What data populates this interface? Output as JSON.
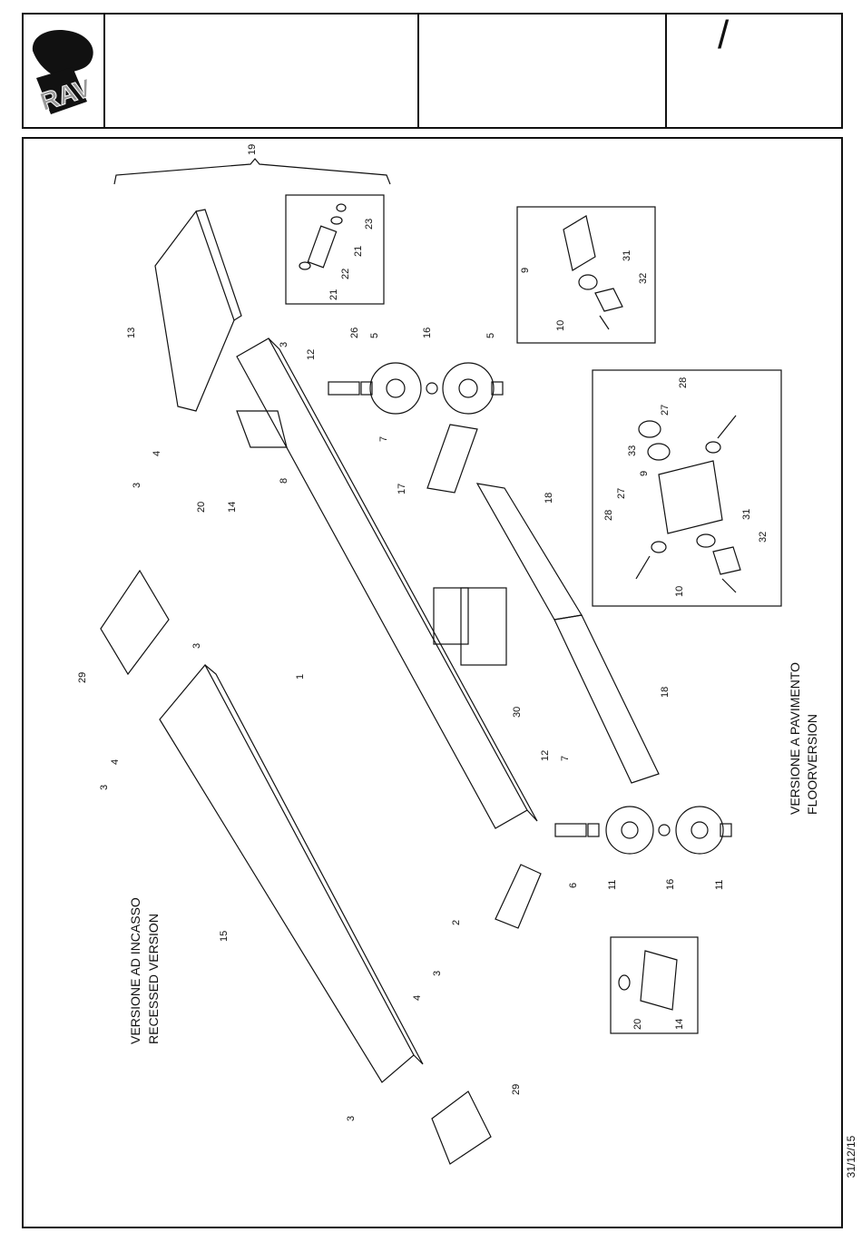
{
  "header": {
    "logo_text": "RAV",
    "revision_mark": "/"
  },
  "date": "31/12/15",
  "captions": {
    "floor_it": "VERSIONE A PAVIMENTO",
    "floor_en": "FLOORVERSION",
    "recessed_it": "VERSIONE AD INCASSO",
    "recessed_en": "RECESSED VERSION"
  },
  "callouts": [
    "19",
    "21",
    "22",
    "21",
    "23",
    "13",
    "3",
    "12",
    "26",
    "5",
    "16",
    "5",
    "4",
    "3",
    "8",
    "7",
    "17",
    "20",
    "14",
    "9",
    "31",
    "32",
    "10",
    "28",
    "27",
    "33",
    "9",
    "27",
    "28",
    "31",
    "32",
    "10",
    "18",
    "18",
    "29",
    "3",
    "1",
    "30",
    "12",
    "7",
    "4",
    "3",
    "6",
    "11",
    "16",
    "11",
    "2",
    "15",
    "3",
    "4",
    "3",
    "20",
    "14",
    "29"
  ]
}
